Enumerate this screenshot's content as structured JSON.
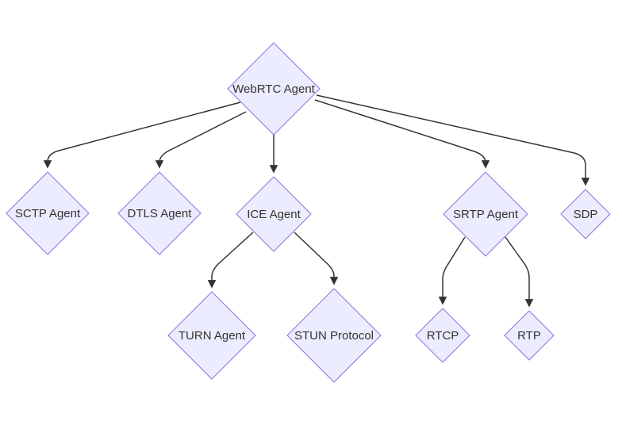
{
  "diagram": {
    "type": "flowchart-top-down",
    "background_color": "#ffffff",
    "node_fill_color": "#ECECFF",
    "node_border_color": "#9370DB",
    "edge_color": "#333333",
    "text_color": "#333333",
    "nodes": [
      {
        "id": "webrtc",
        "label": "WebRTC Agent",
        "shape": "diamond"
      },
      {
        "id": "sctp",
        "label": "SCTP Agent",
        "shape": "diamond"
      },
      {
        "id": "dtls",
        "label": "DTLS Agent",
        "shape": "diamond"
      },
      {
        "id": "ice",
        "label": "ICE Agent",
        "shape": "diamond"
      },
      {
        "id": "srtp",
        "label": "SRTP Agent",
        "shape": "diamond"
      },
      {
        "id": "sdp",
        "label": "SDP",
        "shape": "diamond"
      },
      {
        "id": "turn",
        "label": "TURN Agent",
        "shape": "diamond"
      },
      {
        "id": "stun",
        "label": "STUN Protocol",
        "shape": "diamond"
      },
      {
        "id": "rtcp",
        "label": "RTCP",
        "shape": "diamond"
      },
      {
        "id": "rtp",
        "label": "RTP",
        "shape": "diamond"
      }
    ],
    "edges": [
      {
        "from": "WebRTC Agent",
        "to": "SCTP Agent"
      },
      {
        "from": "WebRTC Agent",
        "to": "DTLS Agent"
      },
      {
        "from": "WebRTC Agent",
        "to": "ICE Agent"
      },
      {
        "from": "WebRTC Agent",
        "to": "SRTP Agent"
      },
      {
        "from": "WebRTC Agent",
        "to": "SDP"
      },
      {
        "from": "ICE Agent",
        "to": "TURN Agent"
      },
      {
        "from": "ICE Agent",
        "to": "STUN Protocol"
      },
      {
        "from": "SRTP Agent",
        "to": "RTCP"
      },
      {
        "from": "SRTP Agent",
        "to": "RTP"
      }
    ]
  }
}
